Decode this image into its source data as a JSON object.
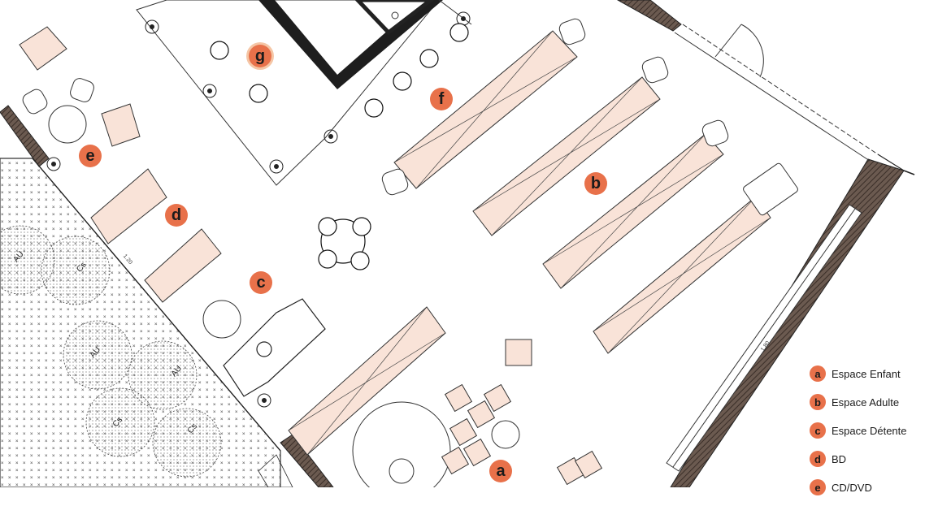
{
  "zones": {
    "a": {
      "letter": "a"
    },
    "b": {
      "letter": "b"
    },
    "c": {
      "letter": "c"
    },
    "d": {
      "letter": "d"
    },
    "e": {
      "letter": "e"
    },
    "f": {
      "letter": "f"
    },
    "g": {
      "letter": "g"
    }
  },
  "legend": {
    "items": [
      {
        "letter": "a",
        "label": "Espace Enfant"
      },
      {
        "letter": "b",
        "label": "Espace Adulte"
      },
      {
        "letter": "c",
        "label": "Espace Détente"
      },
      {
        "letter": "d",
        "label": "BD"
      },
      {
        "letter": "e",
        "label": "CD/DVD"
      }
    ]
  },
  "plant_labels": [
    "AU",
    "Cs",
    "AU",
    "AU",
    "Cs",
    "Cs"
  ],
  "dimension_labels": [
    "1.20",
    "1.80"
  ],
  "colors": {
    "accent": "#e8714a",
    "shelf_fill": "#f9e3d8",
    "line": "#2a2a2a",
    "wall": "#5a4a42"
  }
}
